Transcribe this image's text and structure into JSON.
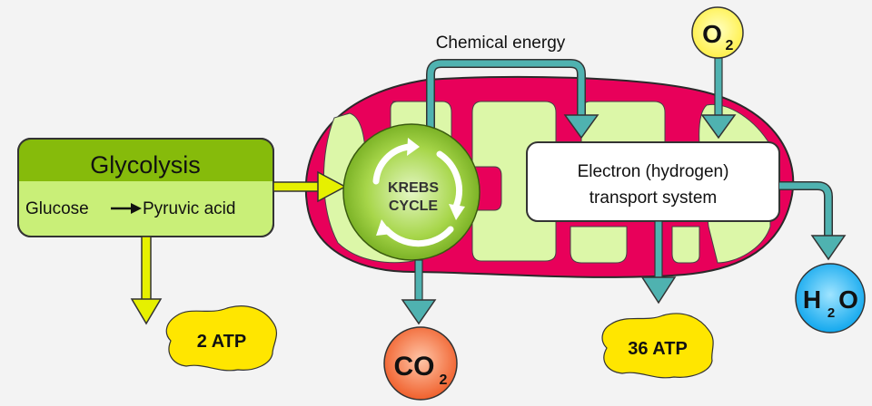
{
  "title_label": "Chemical energy",
  "glycolysis": {
    "title": "Glycolysis",
    "from": "Glucose",
    "to": "Pyruvic acid"
  },
  "krebs": {
    "line1": "KREBS",
    "line2": "CYCLE"
  },
  "ets": {
    "line1": "Electron (hydrogen)",
    "line2": "transport system"
  },
  "molecules": {
    "o2": {
      "base": "O",
      "sub": "2"
    },
    "co2": {
      "base": "CO",
      "sub": "2"
    },
    "h2o": {
      "pre": "H",
      "sub": "2",
      "post": "O"
    }
  },
  "atp": {
    "glycolysis": "2 ATP",
    "ets": "36 ATP"
  },
  "colors": {
    "membrane": "#e8005a",
    "cristae": "#dcf7a8",
    "arrow_teal": "#4fb2b0",
    "arrow_yellow": "#e6f000",
    "glyco_head": "#86bb0b",
    "glyco_body": "#c9ef78",
    "atp": "#ffe600",
    "o2": "#ffff66",
    "co2": "#f56a3a",
    "h2o": "#1ab0f0"
  }
}
